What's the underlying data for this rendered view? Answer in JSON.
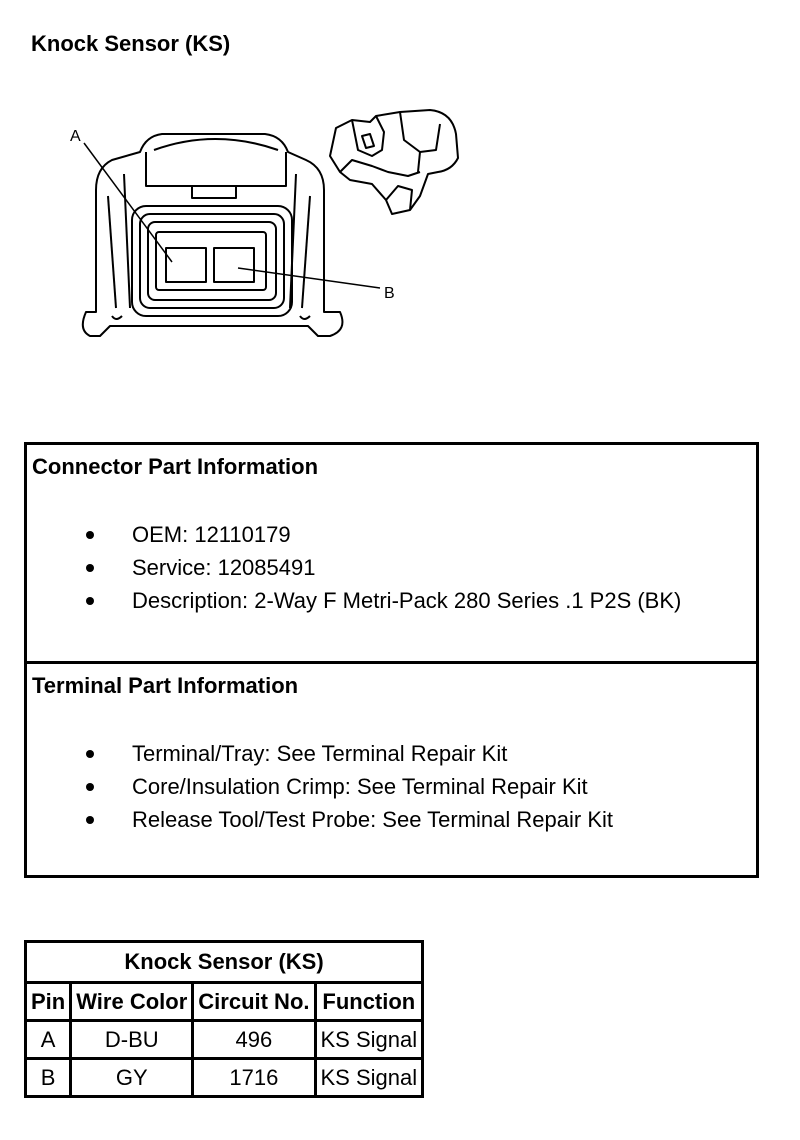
{
  "page": {
    "title": "Knock Sensor (KS)"
  },
  "diagram": {
    "callout_a": "A",
    "callout_b": "B"
  },
  "connector_info": {
    "heading": "Connector Part Information",
    "items": [
      "OEM: 12110179",
      "Service: 12085491",
      "Description: 2-Way F Metri-Pack 280 Series .1 P2S (BK)"
    ]
  },
  "terminal_info": {
    "heading": "Terminal Part Information",
    "items": [
      "Terminal/Tray: See Terminal Repair Kit",
      "Core/Insulation Crimp: See Terminal Repair Kit",
      "Release Tool/Test Probe: See Terminal Repair Kit"
    ]
  },
  "pin_table": {
    "caption": "Knock Sensor (KS)",
    "headers": [
      "Pin",
      "Wire Color",
      "Circuit No.",
      "Function"
    ],
    "rows": [
      [
        "A",
        "D-BU",
        "496",
        "KS Signal"
      ],
      [
        "B",
        "GY",
        "1716",
        "KS Signal"
      ]
    ]
  }
}
